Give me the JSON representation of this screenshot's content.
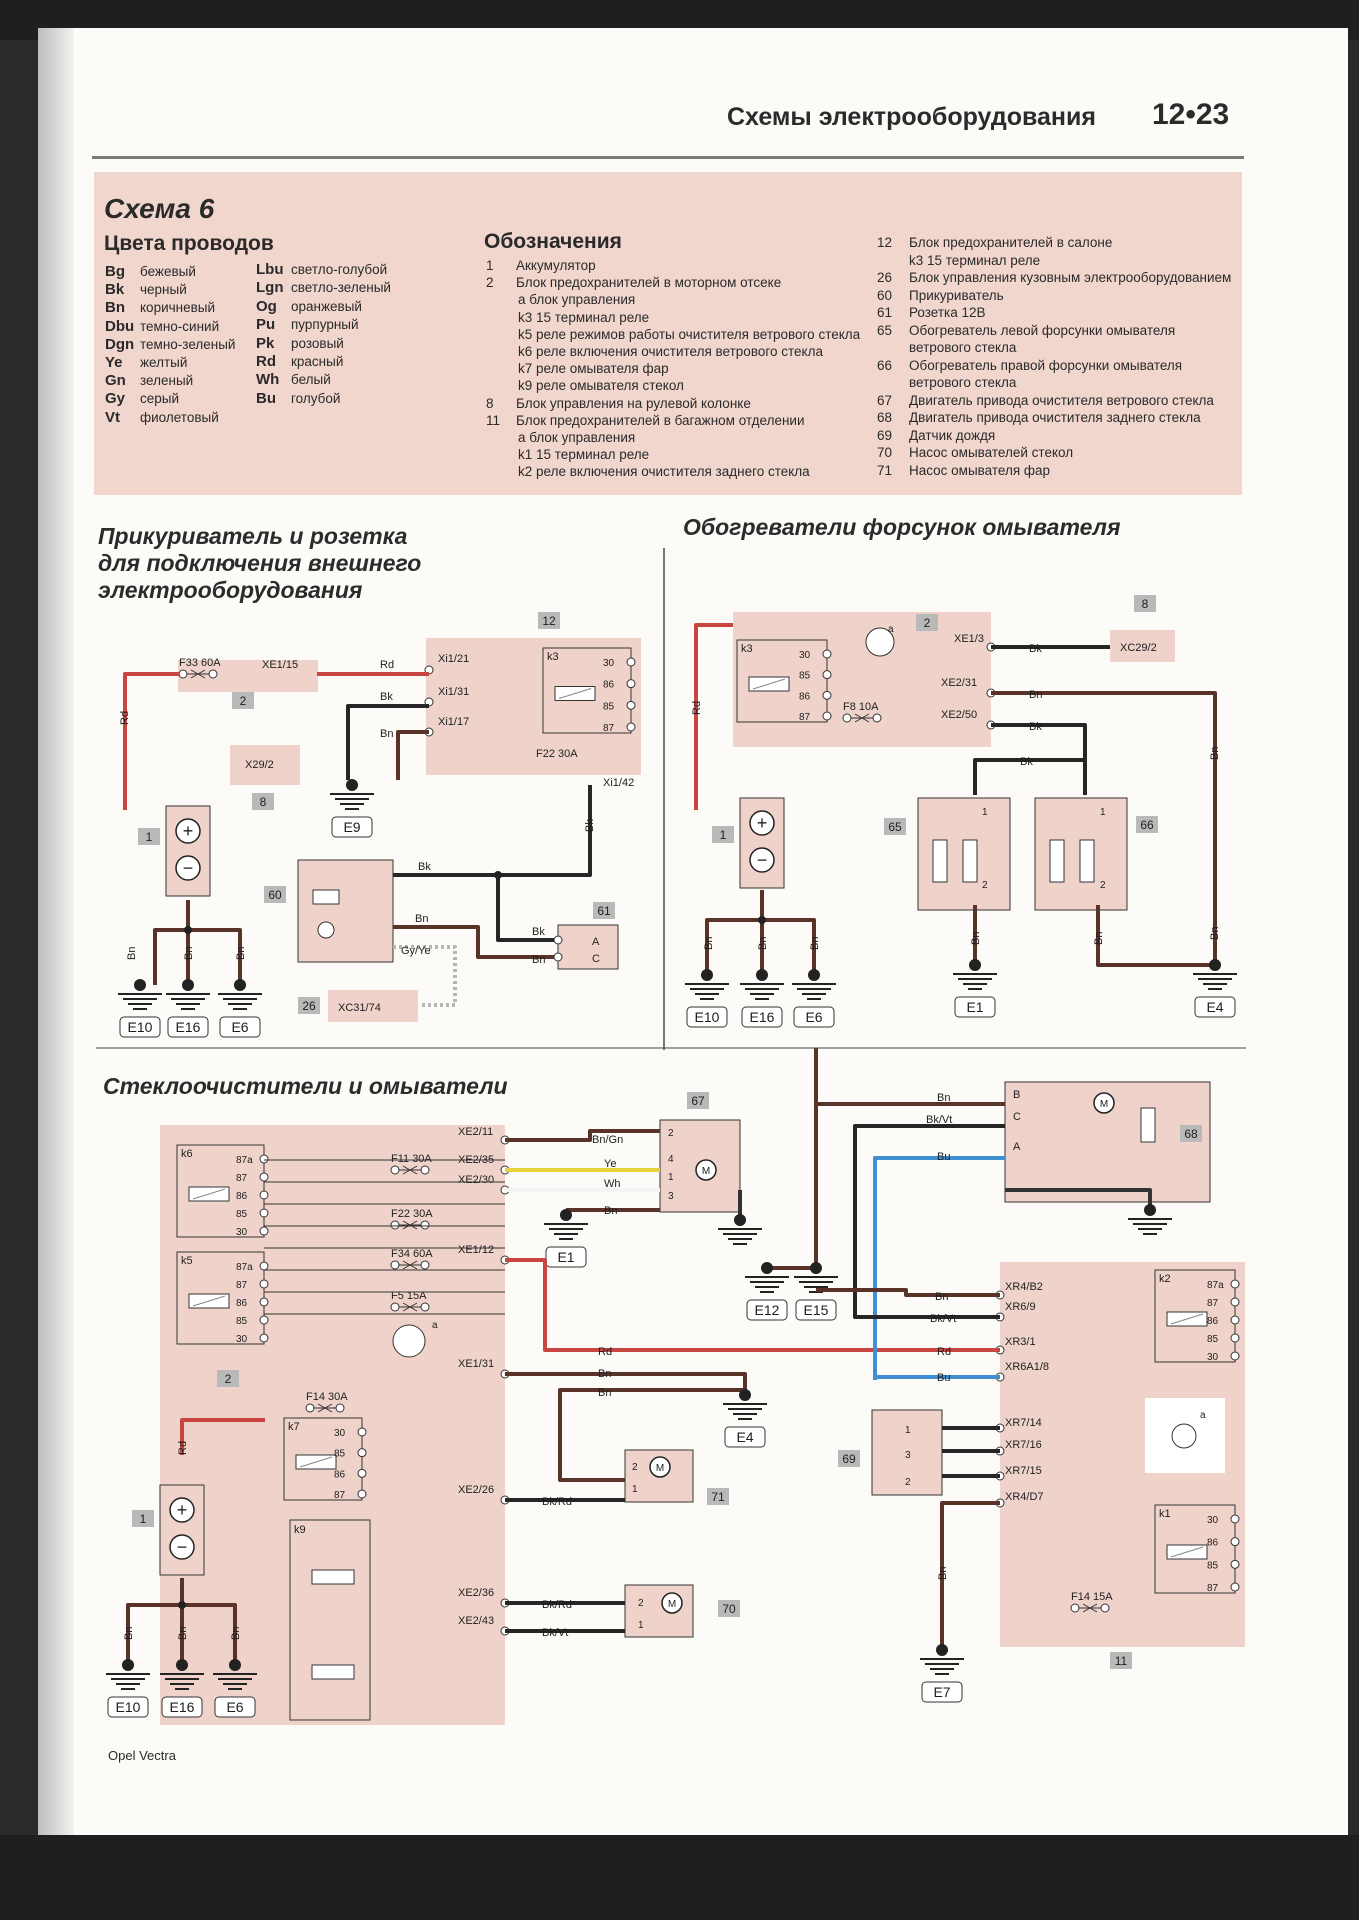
{
  "header": {
    "title": "Схемы электрооборудования",
    "page": "12•23"
  },
  "scheme": {
    "title": "Схема 6",
    "colors_title": "Цвета проводов",
    "colors_left": [
      {
        "code": "Bg",
        "name": "бежевый"
      },
      {
        "code": "Bk",
        "name": "черный"
      },
      {
        "code": "Bn",
        "name": "коричневый"
      },
      {
        "code": "Dbu",
        "name": "темно-синий"
      },
      {
        "code": "Dgn",
        "name": "темно-зеленый"
      },
      {
        "code": "Ye",
        "name": "желтый"
      },
      {
        "code": "Gn",
        "name": "зеленый"
      },
      {
        "code": "Gy",
        "name": "серый"
      },
      {
        "code": "Vt",
        "name": "фиолетовый"
      }
    ],
    "colors_right": [
      {
        "code": "Lbu",
        "name": "светло-голубой"
      },
      {
        "code": "Lgn",
        "name": "светло-зеленый"
      },
      {
        "code": "Og",
        "name": "оранжевый"
      },
      {
        "code": "Pu",
        "name": "пурпурный"
      },
      {
        "code": "Pk",
        "name": "розовый"
      },
      {
        "code": "Rd",
        "name": "красный"
      },
      {
        "code": "Wh",
        "name": "белый"
      },
      {
        "code": "Bu",
        "name": "голубой"
      }
    ],
    "designations_title": "Обозначения",
    "designations_col1": [
      {
        "num": "1",
        "text": "Аккумулятор"
      },
      {
        "num": "2",
        "text": "Блок предохранителей в моторном отсеке"
      },
      {
        "num": "",
        "text": "a   блок управления"
      },
      {
        "num": "",
        "text": "k3  15 терминал реле"
      },
      {
        "num": "",
        "text": "k5  реле режимов работы очистителя ветрового стекла"
      },
      {
        "num": "",
        "text": "k6  реле включения очистителя ветрового стекла"
      },
      {
        "num": "",
        "text": "k7  реле омывателя фар"
      },
      {
        "num": "",
        "text": "k9  реле омывателя стекол"
      },
      {
        "num": "8",
        "text": "Блок управления на рулевой колонке"
      },
      {
        "num": "11",
        "text": "Блок предохранителей в багажном отделении"
      },
      {
        "num": "",
        "text": "a   блок управления"
      },
      {
        "num": "",
        "text": "k1  15 терминал реле"
      },
      {
        "num": "",
        "text": "k2  реле включения очистителя заднего стекла"
      }
    ],
    "designations_col2": [
      {
        "num": "12",
        "text": "Блок предохранителей в салоне"
      },
      {
        "num": "",
        "text": "k3  15 терминал реле"
      },
      {
        "num": "26",
        "text": "Блок управления кузовным электрооборудованием"
      },
      {
        "num": "60",
        "text": "Прикуриватель"
      },
      {
        "num": "61",
        "text": "Розетка 12В"
      },
      {
        "num": "65",
        "text": "Обогреватель левой форсунки омывателя"
      },
      {
        "num": "",
        "text": "ветрового стекла"
      },
      {
        "num": "66",
        "text": "Обогреватель правой форсунки омывателя"
      },
      {
        "num": "",
        "text": "ветрового стекла"
      },
      {
        "num": "67",
        "text": "Двигатель привода очистителя ветрового стекла"
      },
      {
        "num": "68",
        "text": "Двигатель привода очистителя заднего стекла"
      },
      {
        "num": "69",
        "text": "Датчик дождя"
      },
      {
        "num": "70",
        "text": "Насос омывателей стекол"
      },
      {
        "num": "71",
        "text": "Насос омывателя фар"
      }
    ]
  },
  "sections": {
    "lighter_title_1": "Прикуриватель и розетка",
    "lighter_title_2": "для подключения внешнего",
    "lighter_title_3": "электрооборудования",
    "heaters_title": "Обогреватели форсунок омывателя",
    "wipers_title": "Стеклоочистители и омыватели"
  },
  "diagram_labels": {
    "f33": "F33 60A",
    "xe1_15": "XE1/15",
    "rd": "Rd",
    "bk": "Bk",
    "bn": "Bn",
    "xi1_21": "Xi1/21",
    "xi1_31": "Xi1/31",
    "xi1_17": "Xi1/17",
    "xi1_42": "Xi1/42",
    "f22_30": "F22 30A",
    "x29_2": "X29/2",
    "e9": "E9",
    "e10": "E10",
    "e16": "E16",
    "e6": "E6",
    "xc31_74": "XC31/74",
    "gyye": "Gy/Ye",
    "a": "A",
    "c": "C",
    "xe1_3": "XE1/3",
    "xe2_31": "XE2/31",
    "xe2_50": "XE2/50",
    "f8": "F8 10A",
    "xc29_2": "XC29/2",
    "e1": "E1",
    "e4": "E4",
    "xe2_11": "XE2/11",
    "xe2_35": "XE2/35",
    "xe2_30": "XE2/30",
    "xe1_12": "XE1/12",
    "xe1_31": "XE1/31",
    "xe2_26": "XE2/26",
    "xe2_36": "XE2/36",
    "xe2_43": "XE2/43",
    "f11": "F11 30A",
    "f22b": "F22 30A",
    "f34": "F34 60A",
    "f5": "F5 15A",
    "f14": "F14 30A",
    "f14b": "F14 15A",
    "bngn": "Bn/Gn",
    "ye": "Ye",
    "wh": "Wh",
    "bkrd": "Bk/Rd",
    "bkvt": "Bk/Vt",
    "bu": "Bu",
    "e12": "E12",
    "e15": "E15",
    "e7": "E7",
    "xr4_b2": "XR4/B2",
    "xr6_9": "XR6/9",
    "xr3_1": "XR3/1",
    "xr6a1_8": "XR6A1/8",
    "xr7_14": "XR7/14",
    "xr7_16": "XR7/16",
    "xr7_15": "XR7/15",
    "xr4_d7": "XR4/D7",
    "k1": "k1",
    "k2": "k2",
    "k3": "k3",
    "k5": "k5",
    "k6": "k6",
    "k7": "k7",
    "k9": "k9",
    "t30": "30",
    "t85": "85",
    "t86": "86",
    "t87": "87",
    "t87a": "87a",
    "n1": "1",
    "n2": "2",
    "n3": "3",
    "n4": "4",
    "n8": "8",
    "n11": "11",
    "n12": "12",
    "n26": "26",
    "n60": "60",
    "n61": "61",
    "n65": "65",
    "n66": "66",
    "n67": "67",
    "n68": "68",
    "n69": "69",
    "n70": "70",
    "n71": "71",
    "la": "a",
    "lb": "B",
    "lc": "C",
    "la2": "A",
    "motor": "M"
  },
  "footer": {
    "model": "Opel Vectra"
  }
}
